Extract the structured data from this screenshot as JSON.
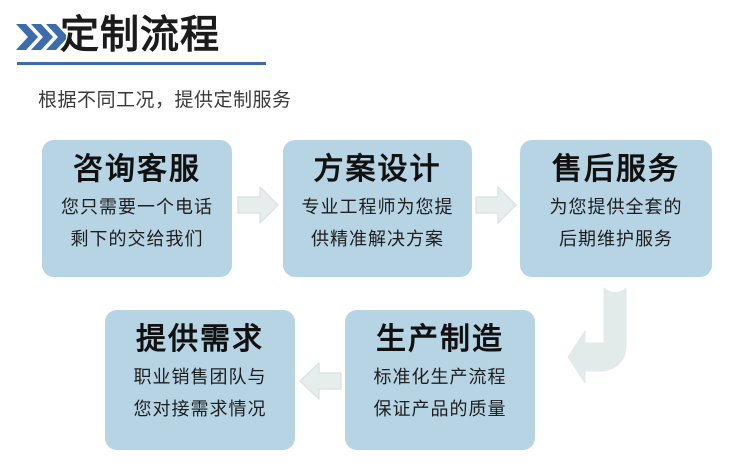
{
  "header": {
    "title": "定制流程",
    "subtitle": "根据不同工况，提供定制服务",
    "chevron_icon": "triple-chevron-right-icon",
    "accent_color": "#3c6cad",
    "rule_color": "#3c6cad"
  },
  "theme": {
    "box_fill": "#b7d4e4",
    "arrow_fill": "#e4ebeb",
    "arrow_stroke": "#d6e2e2",
    "title_text_color": "#111111",
    "body_text_color": "#1e1e1e",
    "background": "#ffffff"
  },
  "flow": {
    "steps": [
      {
        "id": "consult",
        "title": "咨询客服",
        "lines": [
          "您只需要一个电话",
          "剩下的交给我们"
        ]
      },
      {
        "id": "design",
        "title": "方案设计",
        "lines": [
          "专业工程师为您提",
          "供精准解决方案"
        ]
      },
      {
        "id": "after-sales",
        "title": "售后服务",
        "lines": [
          "为您提供全套的",
          "后期维护服务"
        ]
      },
      {
        "id": "demand",
        "title": "提供需求",
        "lines": [
          "职业销售团队与",
          "您对接需求情况"
        ]
      },
      {
        "id": "produce",
        "title": "生产制造",
        "lines": [
          "标准化生产流程",
          "保证产品的质量"
        ]
      }
    ],
    "connectors": [
      {
        "id": "consult-to-design",
        "icon": "arrow-right-icon"
      },
      {
        "id": "design-to-after-sales",
        "icon": "arrow-right-icon"
      },
      {
        "id": "after-sales-to-produce",
        "icon": "arrow-bend-down-left-icon"
      },
      {
        "id": "produce-to-demand",
        "icon": "arrow-left-icon"
      }
    ]
  }
}
